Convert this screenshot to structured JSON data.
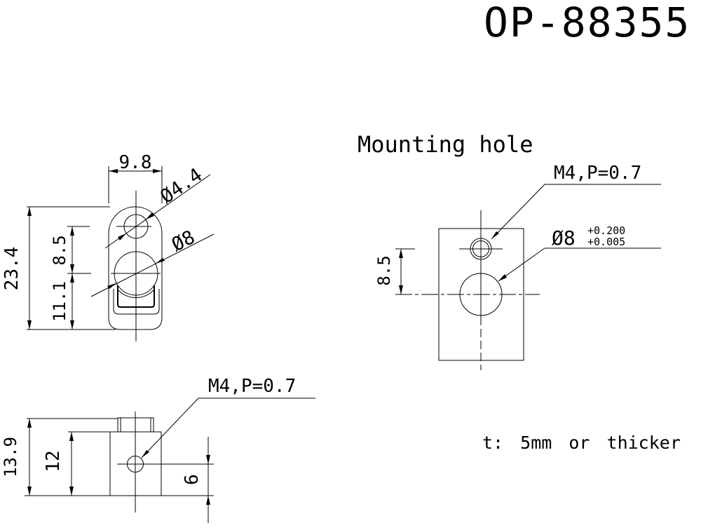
{
  "colors": {
    "line": "#000000",
    "background": "#ffffff"
  },
  "title": "OP-88355",
  "views": {
    "front": {
      "dims": {
        "width": "9.8",
        "overall_height": "23.4",
        "hole_spacing": "8.5",
        "lower_height": "11.1"
      },
      "labels": {
        "small_hole": "Ø4.4",
        "large_hole": "Ø8"
      }
    },
    "mounting": {
      "title": "Mounting hole",
      "dims": {
        "hole_spacing": "8.5"
      },
      "labels": {
        "tap": "M4,P=0.7",
        "hole": "Ø8",
        "tolerance_upper": "+0.200",
        "tolerance_lower": "+0.005"
      }
    },
    "side": {
      "dims": {
        "overall_height": "13.9",
        "body_height": "12",
        "hole_from_bottom": "6"
      },
      "labels": {
        "tap": "M4,P=0.7"
      }
    },
    "note": "t: 5mm or thicker"
  }
}
